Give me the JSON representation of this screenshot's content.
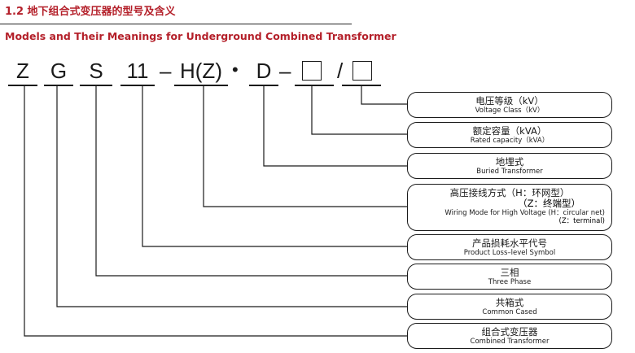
{
  "header": {
    "title_cn": "1.2 地下组合式变压器的型号及含义",
    "title_en": "Models and Their Meanings for Underground Combined Transformer"
  },
  "model_code": {
    "z": "Z",
    "g": "G",
    "s": "S",
    "n11": "11",
    "dash1": "–",
    "hz": "H(Z)",
    "dot": "•",
    "d": "D",
    "dash2": "–",
    "slash": "/"
  },
  "meanings": {
    "voltage_class": {
      "cn": "电压等级（kV）",
      "en": "Voltage Class（kV）"
    },
    "rated_capacity": {
      "cn": "额定容量（kVA）",
      "en": "Rated capacity（kVA）"
    },
    "buried": {
      "cn": "地埋式",
      "en": "Buried Transformer"
    },
    "wiring": {
      "cn_line1": "高压接线方式（H：环网型）",
      "cn_line2": "（Z：终端型）",
      "en_line1": "Wiring Mode for High Voltage (H：circular net)",
      "en_line2": "(Z：terminal)"
    },
    "loss_level": {
      "cn": "产品损耗水平代号",
      "en": "Product Loss–level Symbol"
    },
    "three_phase": {
      "cn": "三相",
      "en": "Three Phase"
    },
    "common_cased": {
      "cn": "共箱式",
      "en": "Common Cased"
    },
    "combined": {
      "cn": "组合式变压器",
      "en": "Combined Transformer"
    }
  },
  "colors": {
    "title": "#b4202a",
    "line": "#1a1a1a"
  }
}
